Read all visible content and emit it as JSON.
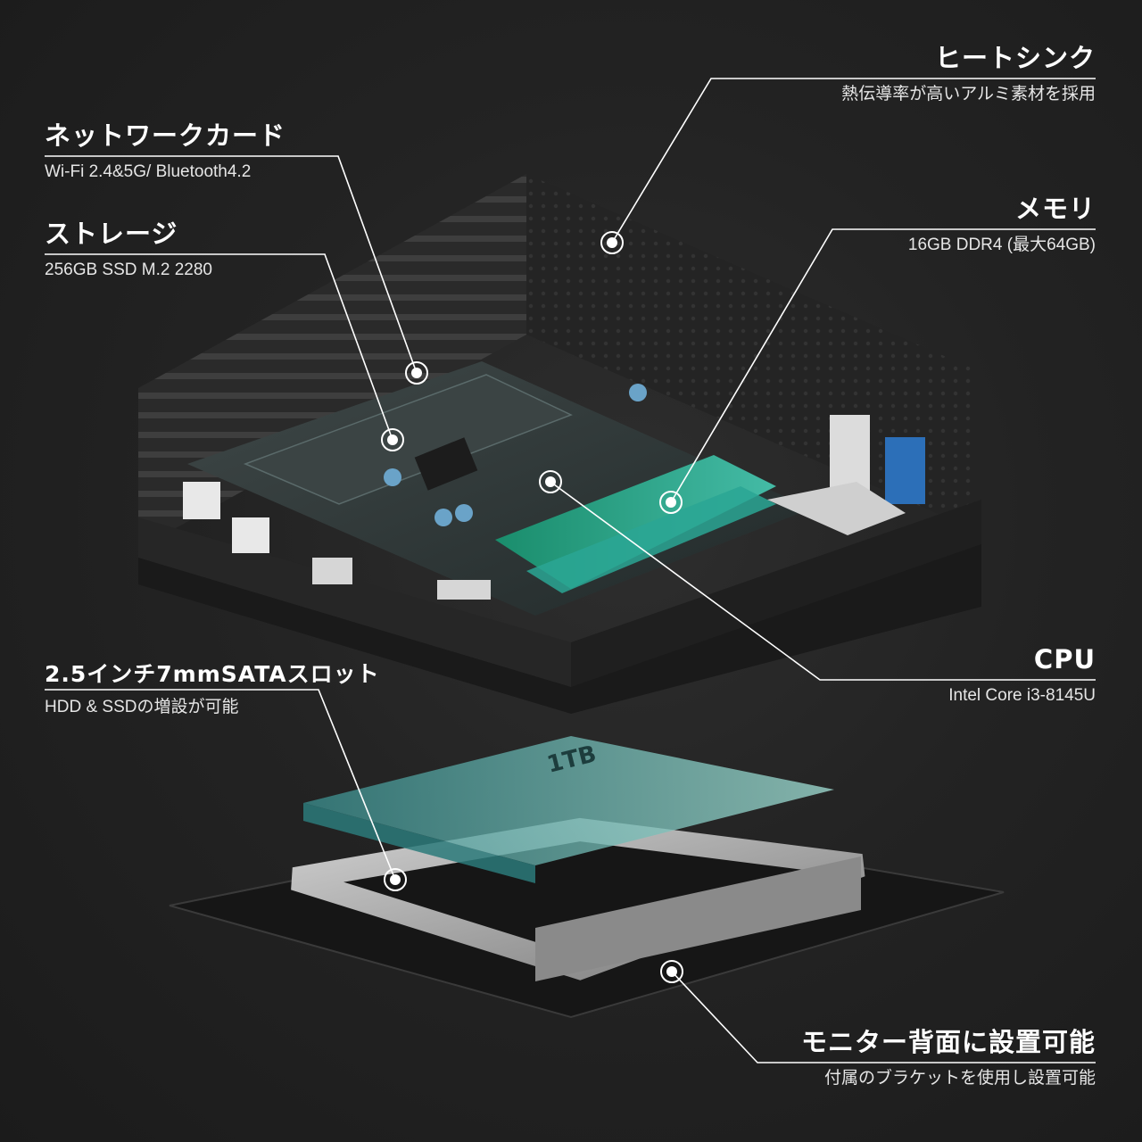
{
  "callouts": {
    "heatsink": {
      "title": "ヒートシンク",
      "subtitle": "熱伝導率が高いアルミ素材を採用"
    },
    "network": {
      "title": "ネットワークカード",
      "subtitle": "Wi-Fi 2.4&5G/ Bluetooth4.2"
    },
    "storage": {
      "title": "ストレージ",
      "subtitle": "256GB SSD M.2 2280"
    },
    "memory": {
      "title": "メモリ",
      "subtitle": "16GB DDR4 (最大64GB)"
    },
    "cpu": {
      "title": "CPU",
      "subtitle": "Intel Core i3-8145U"
    },
    "sata": {
      "title": "2.5インチ7mmSATAスロット",
      "subtitle": "HDD & SSDの増設が可能"
    },
    "mount": {
      "title": "モニター背面に設置可能",
      "subtitle": "付属のブラケットを使用し設置可能"
    }
  },
  "hdd_label": "1TB",
  "colors": {
    "line": "#ffffff",
    "ram": "#1f9a7c",
    "hdd": "#3aa0a0",
    "board": "#2f3a3a",
    "bracket": "#a8a8a8"
  }
}
